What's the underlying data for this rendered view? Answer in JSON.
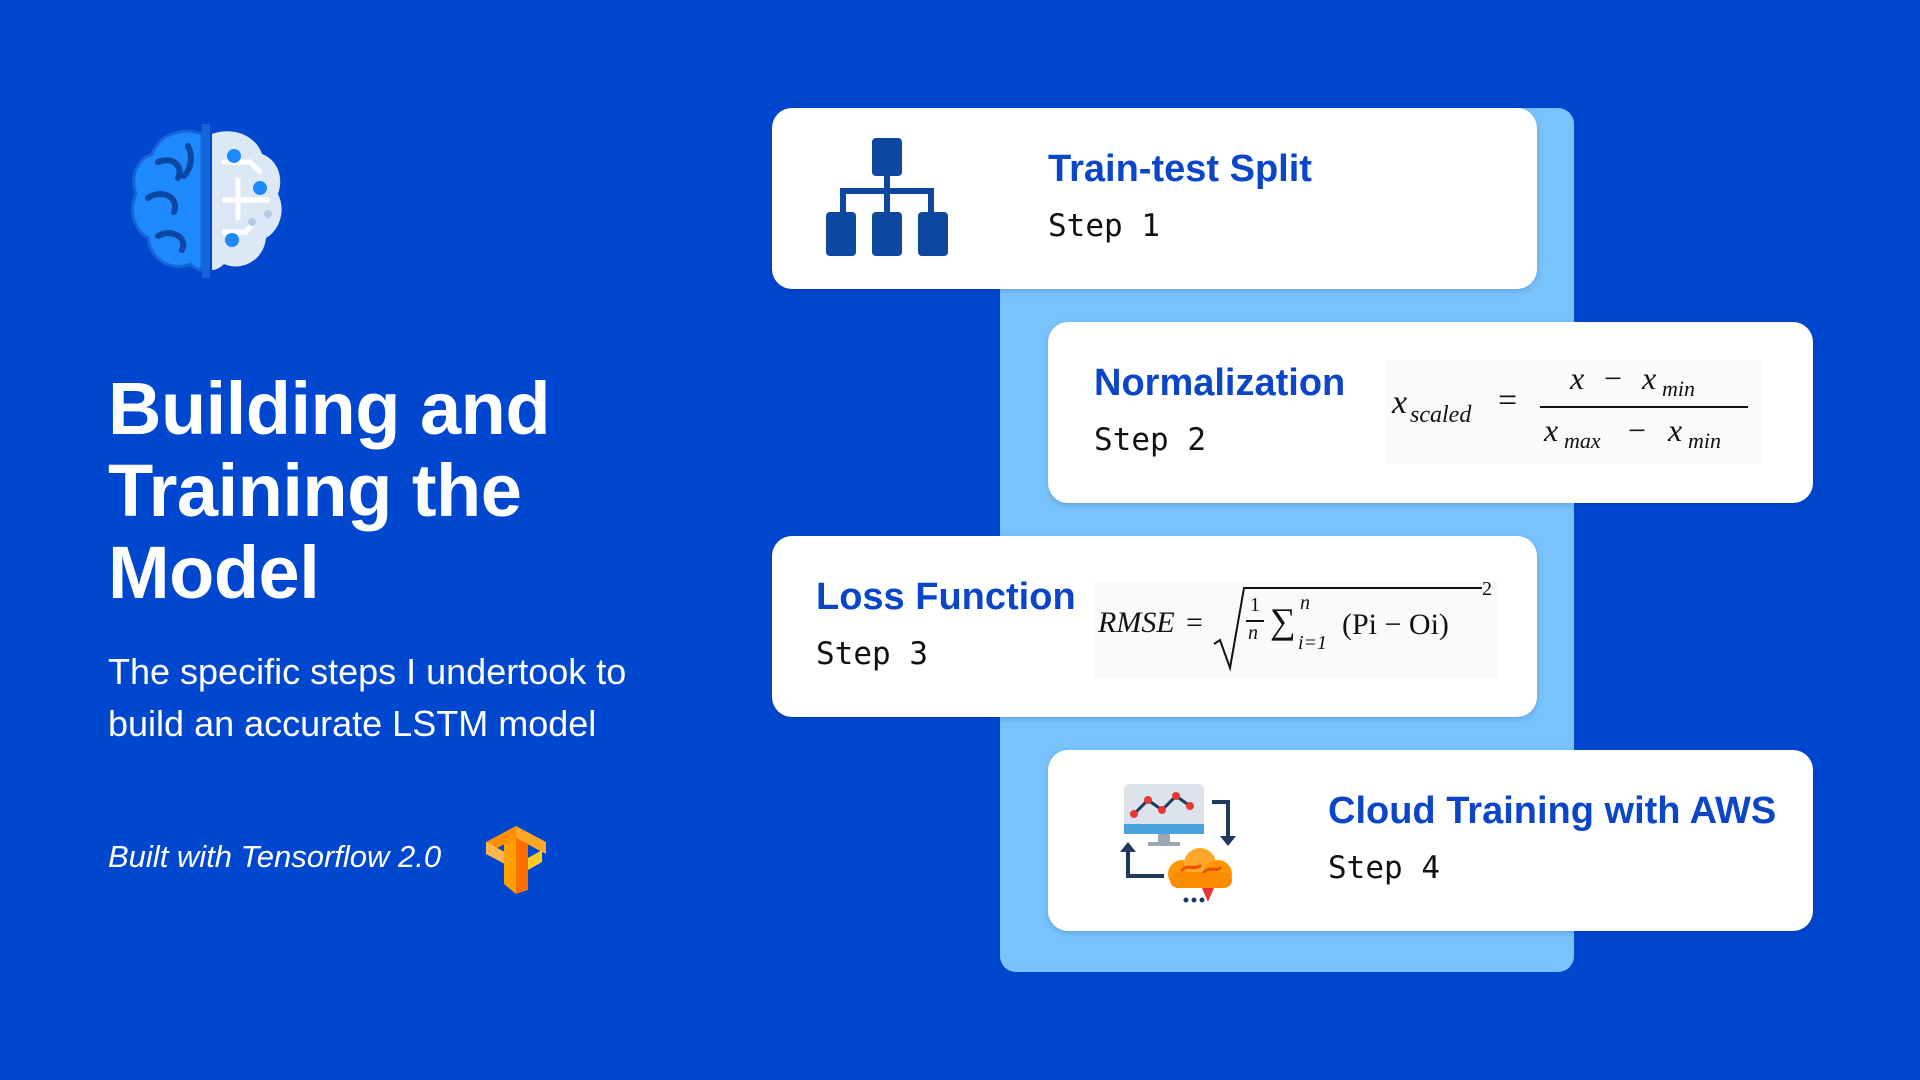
{
  "title_lines": [
    "Building and",
    "Training the",
    "Model"
  ],
  "subtitle_lines": [
    "The specific steps I undertook to",
    "build an accurate LSTM model"
  ],
  "built_with": "Built with Tensorflow 2.0",
  "icons": {
    "brain": "brain-ai-icon",
    "tensorflow": "tensorflow-logo",
    "step1": "hierarchy-split-icon",
    "step4": "cloud-training-icon"
  },
  "colors": {
    "background": "#0047cf",
    "spine": "#79c3fd",
    "card": "#ffffff",
    "accent_text": "#0b46c8"
  },
  "steps": [
    {
      "title": "Train-test Split",
      "step": "Step 1"
    },
    {
      "title": "Normalization",
      "step": "Step 2"
    },
    {
      "title": "Loss Function",
      "step": "Step 3"
    },
    {
      "title": "Cloud Training with AWS",
      "step": "Step 4"
    }
  ],
  "normalization_formula": {
    "x": "x",
    "scaled": "scaled",
    "eq": "=",
    "num_x": "x",
    "minus": "−",
    "num_xmin": "x",
    "min": "min",
    "den_x": "x",
    "max": "max",
    "den_xmin": "x",
    "den_min": "min"
  },
  "loss_formula": {
    "lhs": "RMSE",
    "eq": "=",
    "frac_num": "1",
    "frac_den": "n",
    "sigma": "∑",
    "upper": "n",
    "lower": "i=1",
    "body": "(Pi − Oi)",
    "power": "2"
  }
}
